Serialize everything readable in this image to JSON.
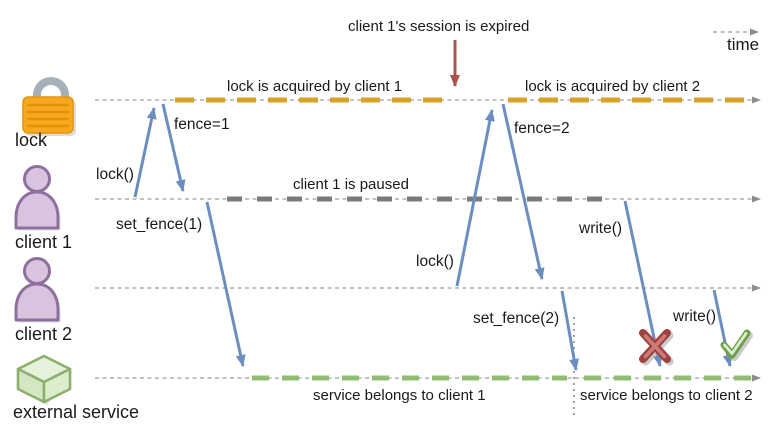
{
  "annotation": {
    "session_expired": "client 1's session is expired"
  },
  "timeline": {
    "time_label": "time"
  },
  "lanes": {
    "lock": {
      "label": "lock",
      "icon": "padlock-icon"
    },
    "client1": {
      "label": "client 1",
      "icon": "person-icon"
    },
    "client2": {
      "label": "client 2",
      "icon": "person-icon"
    },
    "service": {
      "label": "external service",
      "icon": "cube-icon"
    }
  },
  "segments": {
    "lock_client1": "lock is acquired by client 1",
    "lock_client2": "lock is acquired by client 2",
    "client1_paused": "client 1 is paused",
    "service_client1": "service belongs to client 1",
    "service_client2": "service belongs to client 2"
  },
  "messages": {
    "lock1": "lock()",
    "fence1": "fence=1",
    "set_fence1": "set_fence(1)",
    "lock2": "lock()",
    "fence2": "fence=2",
    "set_fence2": "set_fence(2)",
    "write1": "write()",
    "write2": "write()"
  },
  "marks": {
    "fail": "fail-x-icon",
    "success": "success-check-icon"
  },
  "colors": {
    "lock_segment": "#D9A128",
    "pause_segment": "#7A7A7A",
    "service_segment": "#92BB74",
    "message_arrow": "#6C8EBF",
    "expire_arrow": "#A9534C",
    "timeline": "#9E9E9E",
    "fail_mark": "#9E4141",
    "success_mark": "#6FA04A",
    "lock_icon_body": "#F7A81D",
    "person_icon": "#D9C4DF",
    "cube_icon": "#D3E7C2"
  }
}
